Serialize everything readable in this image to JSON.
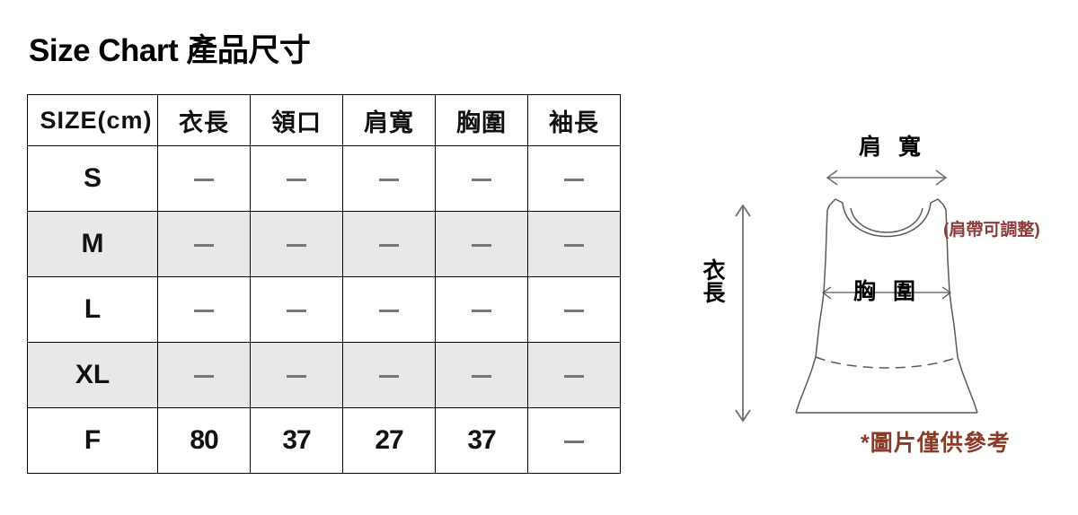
{
  "page": {
    "title": "Size Chart 產品尺寸"
  },
  "size_table": {
    "columns": [
      "SIZE(cm)",
      "衣長",
      "領口",
      "肩寬",
      "胸圍",
      "袖長"
    ],
    "rows": [
      {
        "size": "S",
        "shaded": false,
        "values": [
          "—",
          "—",
          "—",
          "—",
          "—"
        ]
      },
      {
        "size": "M",
        "shaded": true,
        "values": [
          "—",
          "—",
          "—",
          "—",
          "—"
        ]
      },
      {
        "size": "L",
        "shaded": false,
        "values": [
          "—",
          "—",
          "—",
          "—",
          "—"
        ]
      },
      {
        "size": "XL",
        "shaded": true,
        "values": [
          "—",
          "—",
          "—",
          "—",
          "—"
        ]
      },
      {
        "size": "F",
        "shaded": false,
        "values": [
          "80",
          "37",
          "27",
          "37",
          "—"
        ]
      }
    ]
  },
  "diagram": {
    "shoulder_label": "肩 寬",
    "bust_label": "胸 圍",
    "length_label_line1": "衣",
    "length_label_line2": "長",
    "strap_note": "(肩帶可調整)",
    "reference_note": "*圖片僅供參考",
    "colors": {
      "note_red": "#8d3b3b",
      "reference_red": "#8b3a28",
      "arrow_gray": "#6f6f6f",
      "outline_gray": "#5a5a5a",
      "shaded_row": "#e8e8e8"
    }
  }
}
